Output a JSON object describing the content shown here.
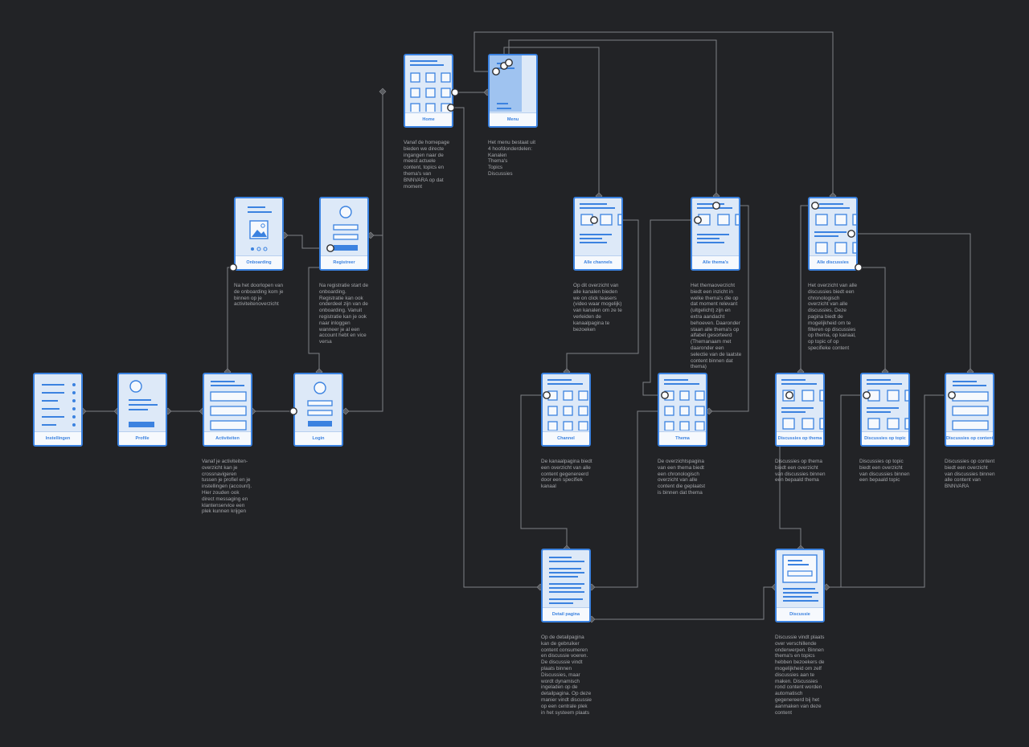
{
  "cards": {
    "home": "Home",
    "menu": "Menu",
    "onboarding": "Onboarding",
    "registreer": "Registreer",
    "alle_channels": "Alle channels",
    "alle_themas": "Alle thema's",
    "alle_discussies": "Alle discussies",
    "instellingen": "Instellingen",
    "profile": "Profile",
    "activiteiten": "Activiteiten",
    "login": "Login",
    "channel": "Channel",
    "thema": "Thema",
    "discussies_thema": "Discussies op thema",
    "discussies_topic": "Discussies op topic",
    "discussies_content": "Discussies op content",
    "detail": "Detail pagina",
    "discussie": "Discussie"
  },
  "descriptions": {
    "home": "Vanaf de homepage\nbieden we directe\ningangen naar de\nmeest actuele\ncontent, topics en\nthema's van\nBNNVARA op dat\nmoment",
    "menu": "Het menu bestaat uit\n4 hoofdonderdelen:\nKanalen\nThema's\nTopics\nDiscussies",
    "onboarding": "Na het doorlopen van\nde onboarding kom je\nbinnen op je\nactiviteitenoverzicht",
    "registreer": "Na registratie start de\nonboarding.\nRegistratie kan ook\nonderdeel zijn van de\nonboarding. Vanuit\nregistratie kan je ook\nnaar inloggen\nwanneer je al een\naccount hebt en vice\nversa",
    "alle_channels": "Op dit overzicht van\nalle kanalen bieden\nwe on click teasers\n(video waar mogelijk)\nvan kanalen om ze te\nverleiden de\nkanaalpagina te\nbezoeken",
    "alle_themas": "Het themaoverzicht\nbiedt een inzicht in\nwelke thema's die op\ndat moment relevant\n(uitgelicht) zijn en\nextra aandacht\nbehoeven. Daaronder\nstaan alle thema's op\nalfabet gesorteerd\n(Themanaam met\ndaaronder een\nselectie van de laatste\ncontent binnen dat\nthema)",
    "alle_discussies": "Het overzicht van alle\ndiscussies biedt een\nchronologisch\noverzicht van alle\ndiscussies. Deze\npagina biedt de\nmogelijkheid om te\nfilteren op discussies\nop thema, op kanaal,\nop topic of op\nspecifieke content",
    "activiteiten": "Vanaf je activiteiten-\noverzicht kan je\ncrossnavigeren\ntussen je profiel en je\ninstellingen (account).\nHier zouden ook\ndirect messaging en\nklantenservice een\nplek kunnen krijgen",
    "channel": "De kanaalpagina biedt\neen overzicht van alle\ncontent gegenereerd\ndoor een specifiek\nkanaal",
    "thema": "De overzichtspagina\nvan een thema biedt\neen chronologisch\noverzicht van alle\ncontent die geplaatst\nis binnen dat thema",
    "discussies_thema": "Discussies op thema\nbiedt een overzicht\nvan discussies binnen\neen bepaald thema",
    "discussies_topic": "Discussies op topic\nbiedt een overzicht\nvan discussies binnen\neen bepaald topic",
    "discussies_content": "Discussies op content\nbiedt een overzicht\nvan discussies binnen\nalle content van\nBNNVARA",
    "detail": "Op de detailpagina\nkan de gebruiker\ncontent consumeren\nen discussie voeren.\nDe discussie vindt\nplaats binnen\nDiscussies, maar\nwordt dynamisch\ningeladen op de\ndetailpagina. Op deze\nmanier vindt discussie\nop een centrale plek\nin het systeem plaats",
    "discussie": "Discussie vindt plaats\nover verschillende\nonderwerpen. Binnen\nthema's en topics\nhebben bezoekers de\nmogelijkheid om zelf\ndiscussies aan te\nmaken. Discussies\nrond content worden\nautomatisch\ngegenereerd bij het\naanmaken van deze\ncontent"
  },
  "colors": {
    "background": "#222326",
    "card_fill": "#dde9f8",
    "card_border": "#3b82e0",
    "connector": "#8a8c90",
    "description_text": "#a4a6aa"
  }
}
